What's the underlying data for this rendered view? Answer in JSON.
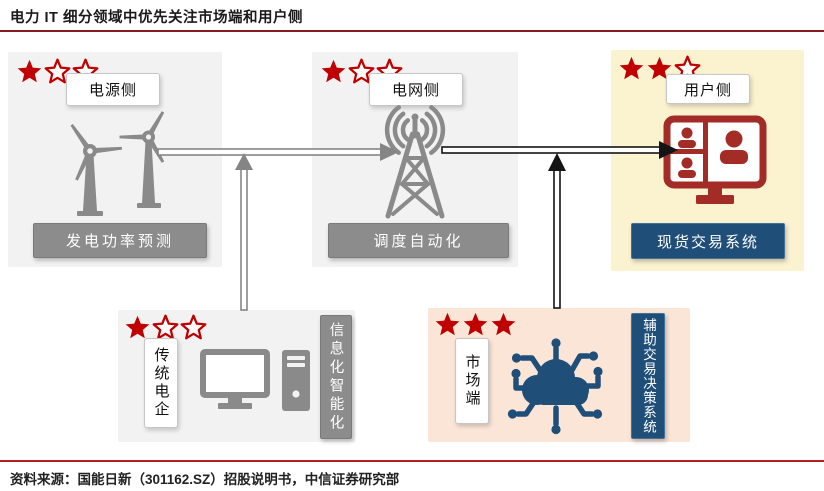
{
  "title": "电力 IT 细分领域中优先关注市场端和用户侧",
  "source_note": "资料来源：国能日新（301162.SZ）招股说明书，中信证券研究部",
  "rating_max": 3,
  "colors": {
    "star_red": "#C00000",
    "title_rule": "#8B1A1A",
    "source_rule": "#B02020",
    "gray_panel": "#F2F2F2",
    "yellow_panel": "#FBF2CF",
    "peach_panel": "#FBE5D6",
    "gray_button": "#8C8C8C",
    "blue_button": "#1F4E79",
    "icon_gray": "#8A8A8A",
    "icon_red": "#A32C26",
    "icon_blue": "#1F4E79"
  },
  "boxes": {
    "power": {
      "label": "电源侧",
      "rating": 1,
      "button": "发电功率预测",
      "icon": "wind-turbines"
    },
    "grid": {
      "label": "电网侧",
      "rating": 1,
      "button": "调度自动化",
      "icon": "signal-tower"
    },
    "user": {
      "label": "用户侧",
      "rating": 2,
      "button": "现货交易系统",
      "icon": "video-conference"
    },
    "traditional": {
      "label": "传统电企",
      "rating": 1,
      "button": "信息化智能化",
      "icon": "desktop-computer"
    },
    "market": {
      "label": "市场端",
      "rating": 3,
      "button": "辅助交易决策系统",
      "icon": "cloud-network"
    }
  }
}
